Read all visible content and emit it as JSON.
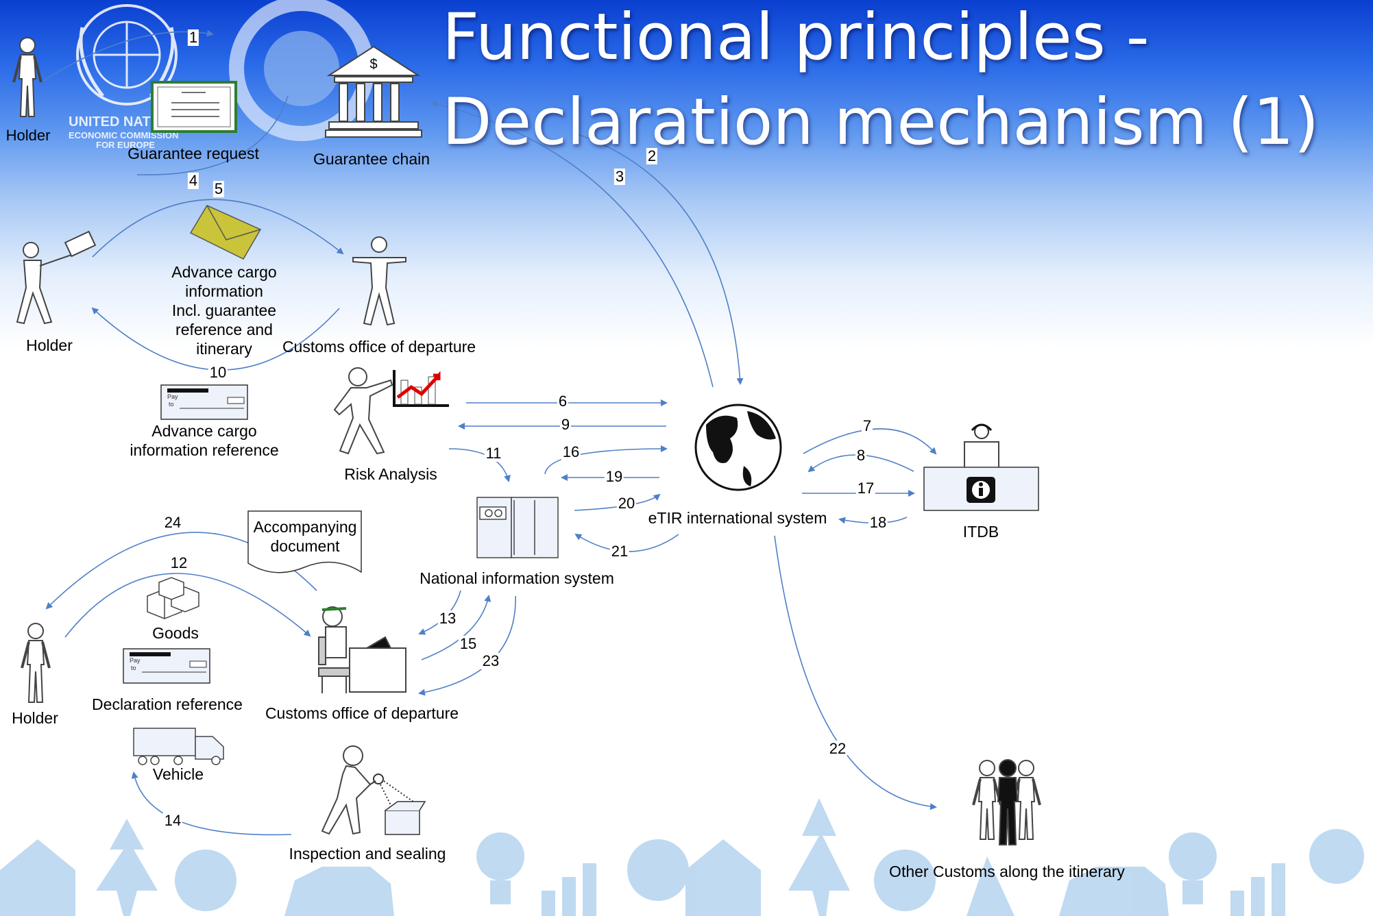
{
  "title": {
    "line1": "Functional principles -",
    "line2": "Declaration mechanism (1)"
  },
  "logos": {
    "unece_text": "UNITED NATIONS ECONOMIC COMMISSION FOR EUROPE"
  },
  "labels": {
    "holder_top": "Holder",
    "guarantee_request": "Guarantee request",
    "guarantee_chain": "Guarantee chain",
    "holder_acid": "Holder",
    "acid_lines": [
      "Advance cargo",
      "information",
      "Incl. guarantee",
      "reference and",
      "itinerary"
    ],
    "customs_departure_1": "Customs office of departure",
    "acid_ref_lines": [
      "Advance cargo",
      "information reference"
    ],
    "risk_analysis": "Risk Analysis",
    "etir": "eTIR international system",
    "itdb": "ITDB",
    "national": "National information system",
    "accompanying_lines": [
      "Accompanying",
      "document"
    ],
    "goods": "Goods",
    "declaration_reference": "Declaration reference",
    "holder_bottom": "Holder",
    "customs_departure_2": "Customs office of departure",
    "vehicle": "Vehicle",
    "inspection": "Inspection and sealing",
    "other_customs": "Other Customs along the itinerary",
    "bank_symbol": "$"
  },
  "steps": [
    "1",
    "2",
    "3",
    "4",
    "5",
    "6",
    "7",
    "8",
    "9",
    "10",
    "11",
    "12",
    "13",
    "14",
    "15",
    "16",
    "17",
    "18",
    "19",
    "20",
    "21",
    "22",
    "23",
    "24"
  ],
  "colors": {
    "arrow": "#4f7fc8",
    "fig_fill": "#ffffff",
    "fig_stroke": "#444444",
    "envelope": "#c9c43a",
    "chart_red": "#e00000",
    "title": "#ffffff"
  },
  "icons": [
    "person-icon",
    "certificate-icon",
    "bank-icon",
    "envelope-icon",
    "cheque-icon",
    "chart-icon",
    "globe-icon",
    "operator-icon",
    "info-icon",
    "server-icon",
    "document-icon",
    "boxes-icon",
    "truck-icon",
    "desk-clerk-icon",
    "magnifier-icon",
    "box-icon",
    "group-icon"
  ]
}
